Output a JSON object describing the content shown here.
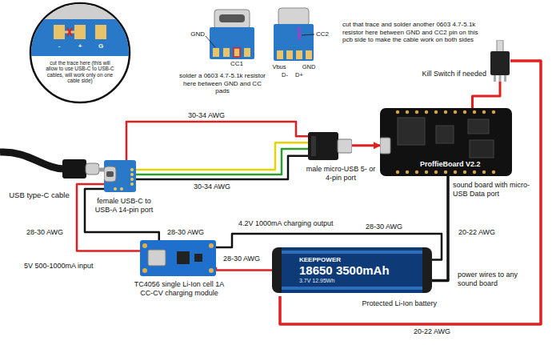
{
  "diagram": {
    "nodes": [
      {
        "text": [
          "USB type-C cable"
        ]
      },
      {
        "text": [
          "female USB-C to USB-A 14-pin port"
        ]
      },
      {
        "text": [
          "male micro-USB 5- or 4-pin port"
        ]
      },
      {
        "text": [
          "ProffieBoard V2.2",
          "sound board with micro-USB Data port"
        ]
      },
      {
        "text": [
          "Kill Switch if needed"
        ]
      },
      {
        "text": [
          "TC4056 single Li-Ion cell 1A CC-CV charging module"
        ]
      },
      {
        "text": [
          "KEEPPOWER",
          "18650 3500mAh",
          "3.7V 12.95Wh",
          "Protected Li-Ion battery"
        ]
      }
    ],
    "edges": [
      {
        "from": 0,
        "to": 1,
        "arrow": "none"
      },
      {
        "from": 1,
        "to": 2,
        "label": "30-34 AWG",
        "arrow": "none"
      },
      {
        "from": 1,
        "to": 2,
        "arrow": "none"
      },
      {
        "from": 1,
        "to": 2,
        "arrow": "none"
      },
      {
        "from": 1,
        "to": 2,
        "label": "30-34 AWG",
        "arrow": "none"
      },
      {
        "from": 1,
        "to": 5,
        "label": "28-30 AWG",
        "arrow": "none"
      },
      {
        "from": 1,
        "to": 5,
        "label": "28-30 AWG",
        "arrow": "none"
      },
      {
        "from": 2,
        "to": 3,
        "arrow": "to"
      },
      {
        "from": 3,
        "to": 4,
        "arrow": "none"
      },
      {
        "from": 5,
        "to": 6,
        "label": "28-30 AWG",
        "arrow": "none"
      },
      {
        "from": 5,
        "to": 6,
        "label": "28-30 AWG",
        "arrow": "none"
      },
      {
        "from": 6,
        "to": 3,
        "label": "20-22 AWG",
        "arrow": "none"
      },
      {
        "from": 6,
        "to": 4,
        "label": "20-22 AWG",
        "arrow": "none"
      }
    ],
    "labels": [
      "cut the trace here (this will allow to use USB-C to USB-C cables, will work only on one cable side)",
      "-",
      "+",
      "G",
      "GND",
      "CC1",
      "solder a 0603 4.7-5.1k resistor here between GND and CC pads",
      "CC2",
      "Vbus",
      "GND",
      "D-",
      "D+",
      "cut that trace and solder another 0603 4.7-5.1k resistor here between GND and CC2 pin on this pcb side to make the cable work on both sides",
      "5V 500-1000mA input",
      "4.2V 1000mA charging output",
      "power wires to any sound board"
    ]
  }
}
